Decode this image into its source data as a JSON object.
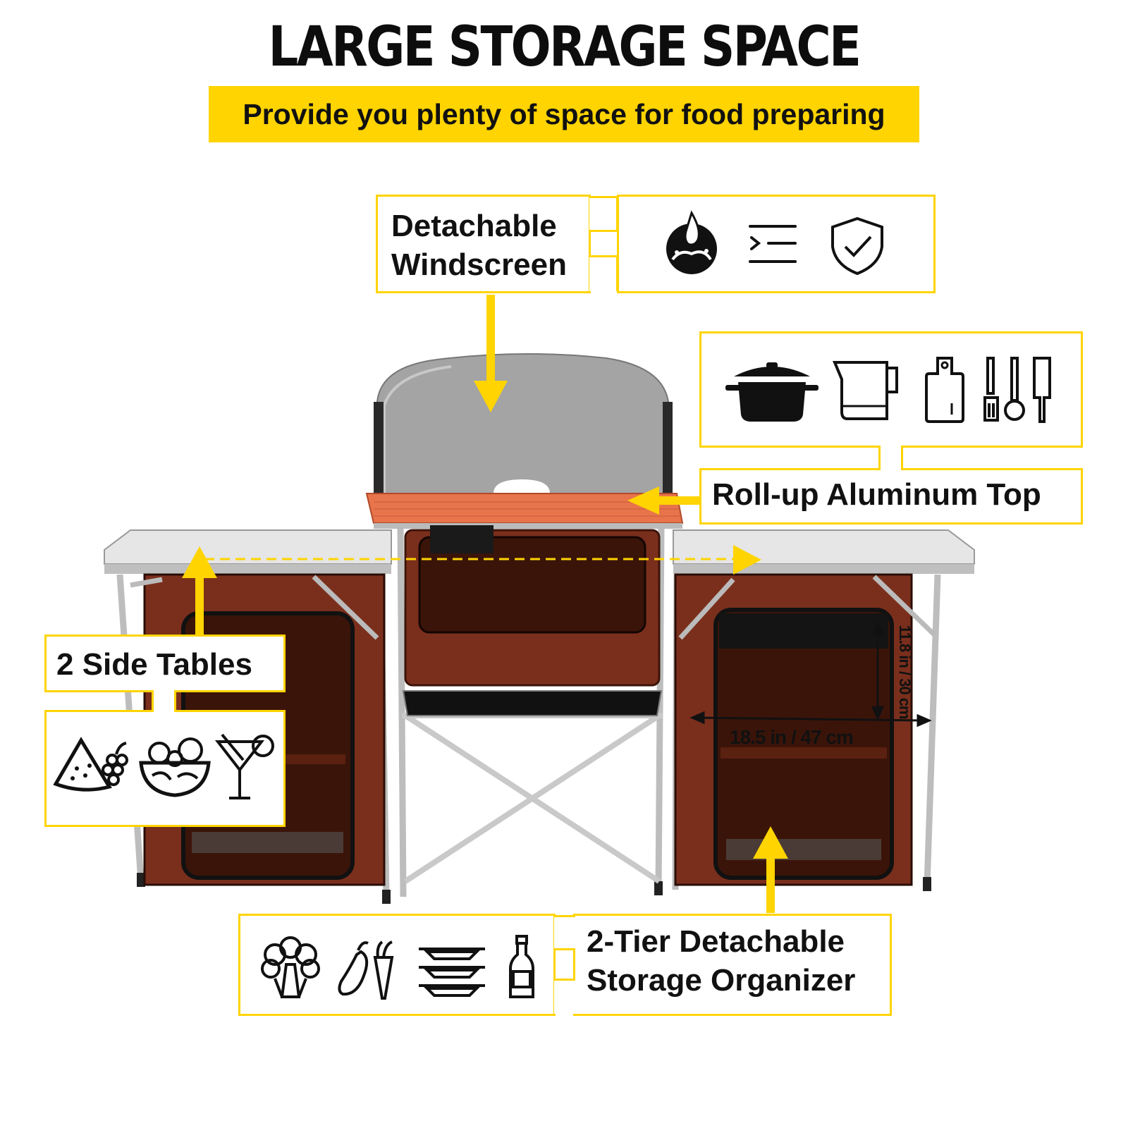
{
  "title": "LARGE STORAGE SPACE",
  "subtitle": "Provide you plenty of space for food preparing",
  "callouts": {
    "windscreen": {
      "label_line1": "Detachable",
      "label_line2": "Windscreen",
      "icons": [
        "waterproof-icon",
        "menu-lines-icon",
        "shield-check-icon"
      ]
    },
    "aluminum_top": {
      "label": "Roll-up Aluminum Top",
      "icons": [
        "pot-icon",
        "kettle-icon",
        "cutting-board-icon",
        "utensils-icon"
      ]
    },
    "side_tables": {
      "label": "2 Side Tables",
      "icons": [
        "watermelon-grapes-icon",
        "salad-bowl-icon",
        "cocktail-glass-icon"
      ]
    },
    "organizer": {
      "label_line1": "2-Tier Detachable",
      "label_line2": "Storage Organizer",
      "icons": [
        "cauliflower-icon",
        "eggplant-carrot-icon",
        "stacked-plates-icon",
        "bottle-icon"
      ]
    }
  },
  "dimensions": {
    "height": "11.8 in / 30 cm",
    "width": "18.5 in / 47 cm"
  },
  "colors": {
    "accent": "#ffd400",
    "fabric": "#7a2e1c",
    "tabletop": "#e4e4e4",
    "center_top": "#e8704a",
    "windscreen": "#9a9a9a"
  }
}
